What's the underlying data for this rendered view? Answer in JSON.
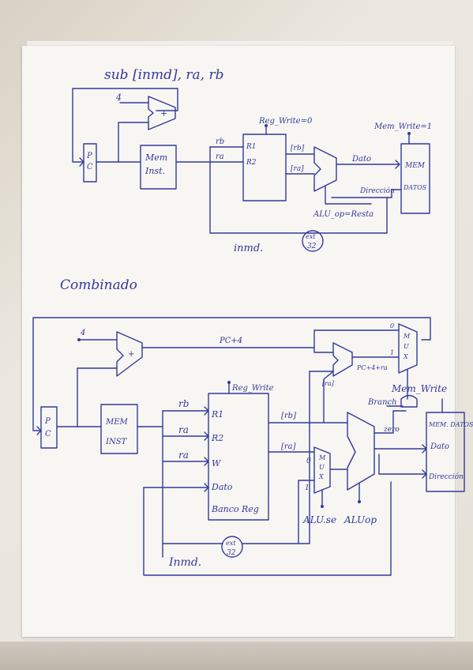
{
  "top_diagram": {
    "title": "sub [inmd], ra, rb",
    "adder_const": "4",
    "adder_sign": "+",
    "pc": [
      "P",
      "C"
    ],
    "mem_inst": [
      "Mem",
      "Inst."
    ],
    "reg_write": "Reg_Write=0",
    "in_rb": "rb",
    "in_ra": "ra",
    "r1": "R1",
    "r2": "R2",
    "out_rb": "[rb]",
    "out_ra": "[ra]",
    "dato": "Dato",
    "direccion": "Dirección",
    "alu_op": "ALU_op=Resta",
    "mem_write": "Mem_Write=1",
    "mem_datos": [
      "MEM",
      "DATOS"
    ],
    "ext": [
      "ext",
      "32"
    ],
    "inmd": "inmd."
  },
  "combined_title": "Combinado",
  "bottom_diagram": {
    "adder_const": "4",
    "adder_sign": "+",
    "pc4": "PC+4",
    "pc_ra": "PC+4+ra",
    "ra_bracket": "[ra]",
    "mux_top": [
      "M",
      "U",
      "X"
    ],
    "mux_top_0": "0",
    "mux_top_1": "1",
    "pc": [
      "P",
      "C"
    ],
    "mem_inst": [
      "MEM",
      "INST"
    ],
    "reg_write": "Reg_Write",
    "in_rb": "rb",
    "in_ra1": "ra",
    "in_ra2": "ra",
    "r1": "R1",
    "r2": "R2",
    "w": "W",
    "dato_in": "Dato",
    "banco": "Banco Reg",
    "out_rb": "[rb]",
    "out_ra": "[ra]",
    "mux_alu": [
      "M",
      "U",
      "X"
    ],
    "mux_alu_0": "0",
    "mux_alu_1": "1",
    "alu_se": "ALU.se",
    "alu_op": "ALUop",
    "branch": "Branch",
    "zero": "zero",
    "mem_write": "Mem_Write",
    "mem_datos": "MEM. DATOS",
    "dato": "Dato",
    "direccion": "Dirección",
    "ext": [
      "ext",
      "32"
    ],
    "inmd": "Inmd."
  }
}
